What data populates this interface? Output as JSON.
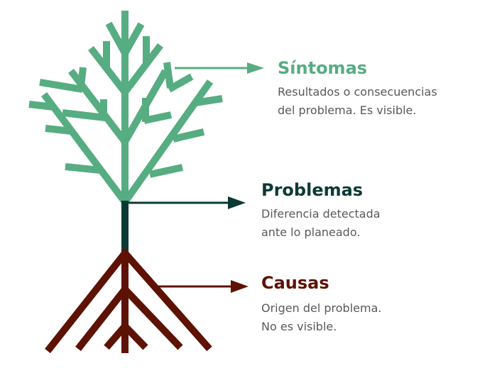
{
  "colors": {
    "symptoms": "#56ad82",
    "problems": "#0b3a34",
    "causes": "#5e1203",
    "text": "#595959"
  },
  "symptoms": {
    "title": "Síntomas",
    "line1": "Resultados o consecuencias",
    "line2": "del problema. Es visible."
  },
  "problems": {
    "title": "Problemas",
    "line1": "Diferencia detectada",
    "line2": "ante lo planeado."
  },
  "causes": {
    "title": "Causas",
    "line1": "Origen del problema.",
    "line2": "No es visible."
  }
}
